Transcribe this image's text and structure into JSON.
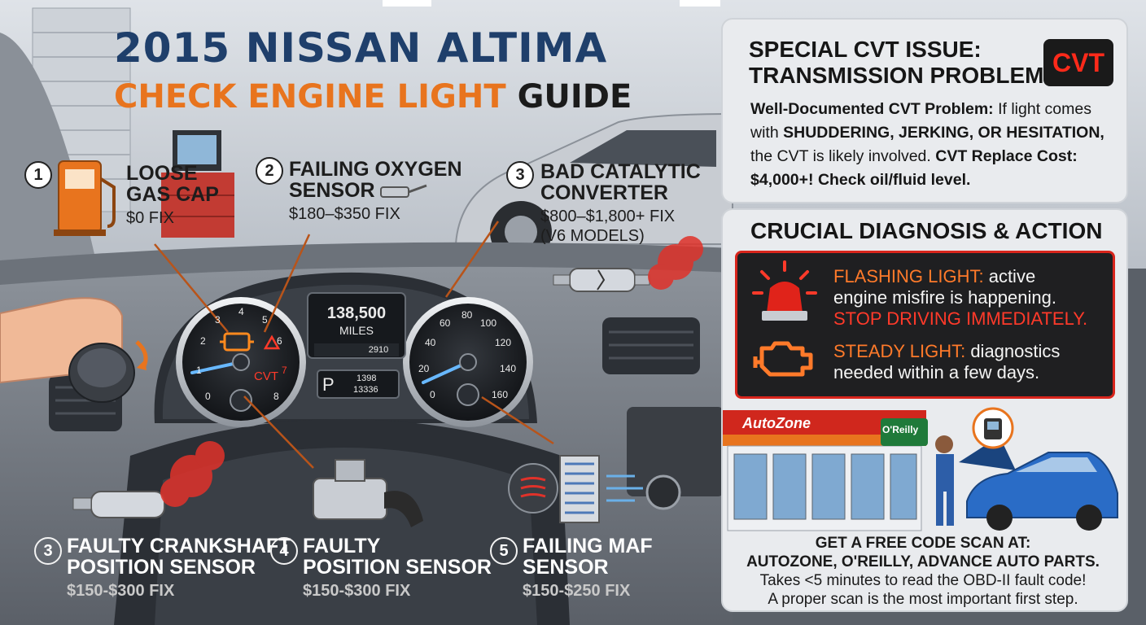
{
  "title": {
    "line1": "2015 NISSAN ALTIMA",
    "line2_highlight": "CHECK ENGINE LIGHT",
    "line2_rest": "GUIDE"
  },
  "callouts": [
    {
      "number": "1",
      "label_lines": [
        "LOOSE",
        "GAS CAP"
      ],
      "cost": "$0 FIX"
    },
    {
      "number": "2",
      "label_lines": [
        "FAILING OXYGEN",
        "SENSOR"
      ],
      "cost": "$180–$350 FIX"
    },
    {
      "number": "3",
      "label_lines": [
        "BAD CATALYTIC",
        "CONVERTER"
      ],
      "cost_lines": [
        "$800–$1,800+ FIX",
        "(V6 MODELS)"
      ]
    },
    {
      "number": "3",
      "label_lines": [
        "FAULTY CRANKSHAFT",
        "POSITION SENSOR"
      ],
      "cost": "$150-$300 FIX"
    },
    {
      "number": "4",
      "label_lines": [
        "FAULTY",
        "POSITION SENSOR"
      ],
      "cost": "$150-$300 FIX"
    },
    {
      "number": "5",
      "label_lines": [
        "FAILING MAF",
        "SENSOR"
      ],
      "cost": "$150-$250 FIX"
    }
  ],
  "dashboard": {
    "odometer": "138,500",
    "odometer_unit": "MILES",
    "trip": "2910",
    "gear": "P",
    "readout1": "1398",
    "readout2": "13336",
    "cvt_label": "CVT",
    "tach_ticks": [
      "0",
      "1",
      "2",
      "3",
      "4",
      "5",
      "6",
      "7",
      "8"
    ],
    "speed_ticks": [
      "0",
      "20",
      "40",
      "60",
      "80",
      "100",
      "120",
      "140",
      "160"
    ]
  },
  "cvt_panel": {
    "heading_lines": [
      "SPECIAL CVT ISSUE:",
      "TRANSMISSION PROBLEMS"
    ],
    "badge": "CVT",
    "body_bold1": "Well-Documented CVT Problem:",
    "body_text1": " If light comes with ",
    "body_bold2": "SHUDDERING, JERKING, OR HESITATION,",
    "body_text2": " the CVT is likely involved. ",
    "body_bold3": "CVT Replace Cost: $4,000+! Check oil/fluid level."
  },
  "diagnosis_panel": {
    "heading": "CRUCIAL DIAGNOSIS & ACTION",
    "flashing": {
      "label": "FLASHING LIGHT:",
      "text_a": " active",
      "text_b": "engine misfire is happening.",
      "warning": "STOP DRIVING IMMEDIATELY."
    },
    "steady": {
      "label": "STEADY LIGHT:",
      "text_a": " diagnostics",
      "text_b": "needed within a few days."
    },
    "store_signs": [
      "AutoZone",
      "O'Reilly"
    ],
    "scan_lines": {
      "l1": "GET A FREE CODE SCAN AT:",
      "l2": "AUTOZONE, O'REILLY, ADVANCE AUTO PARTS.",
      "l3": "Takes <5 minutes to read the OBD-II fault code!",
      "l4": "A proper scan is the most important first step."
    }
  },
  "colors": {
    "title_blue": "#1f3f6b",
    "title_orange": "#e8741e",
    "engine_orange": "#ff7a2a",
    "warning_red": "#ff3a2a",
    "alert_border": "#d8251c",
    "panel_bg": "#e9ebee"
  }
}
